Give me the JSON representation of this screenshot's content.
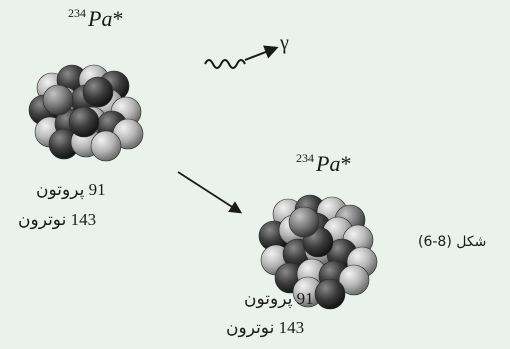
{
  "nucleus_top": {
    "mass_number": "234",
    "element": "Pa",
    "state": "*",
    "protons": "91 پروتون",
    "neutrons": "143 نوترون"
  },
  "nucleus_bottom": {
    "mass_number": "234",
    "element": "Pa",
    "state": "*",
    "protons": "91 پروتون",
    "neutrons": "143 نوترون"
  },
  "emission": {
    "symbol": "γ"
  },
  "figure_caption": "(6-8) شکل",
  "colors": {
    "background": "#e9f3ec",
    "dark_sphere": "#4a4a4a",
    "light_sphere": "#c9c9c9",
    "arrow": "#1a1a1a"
  }
}
